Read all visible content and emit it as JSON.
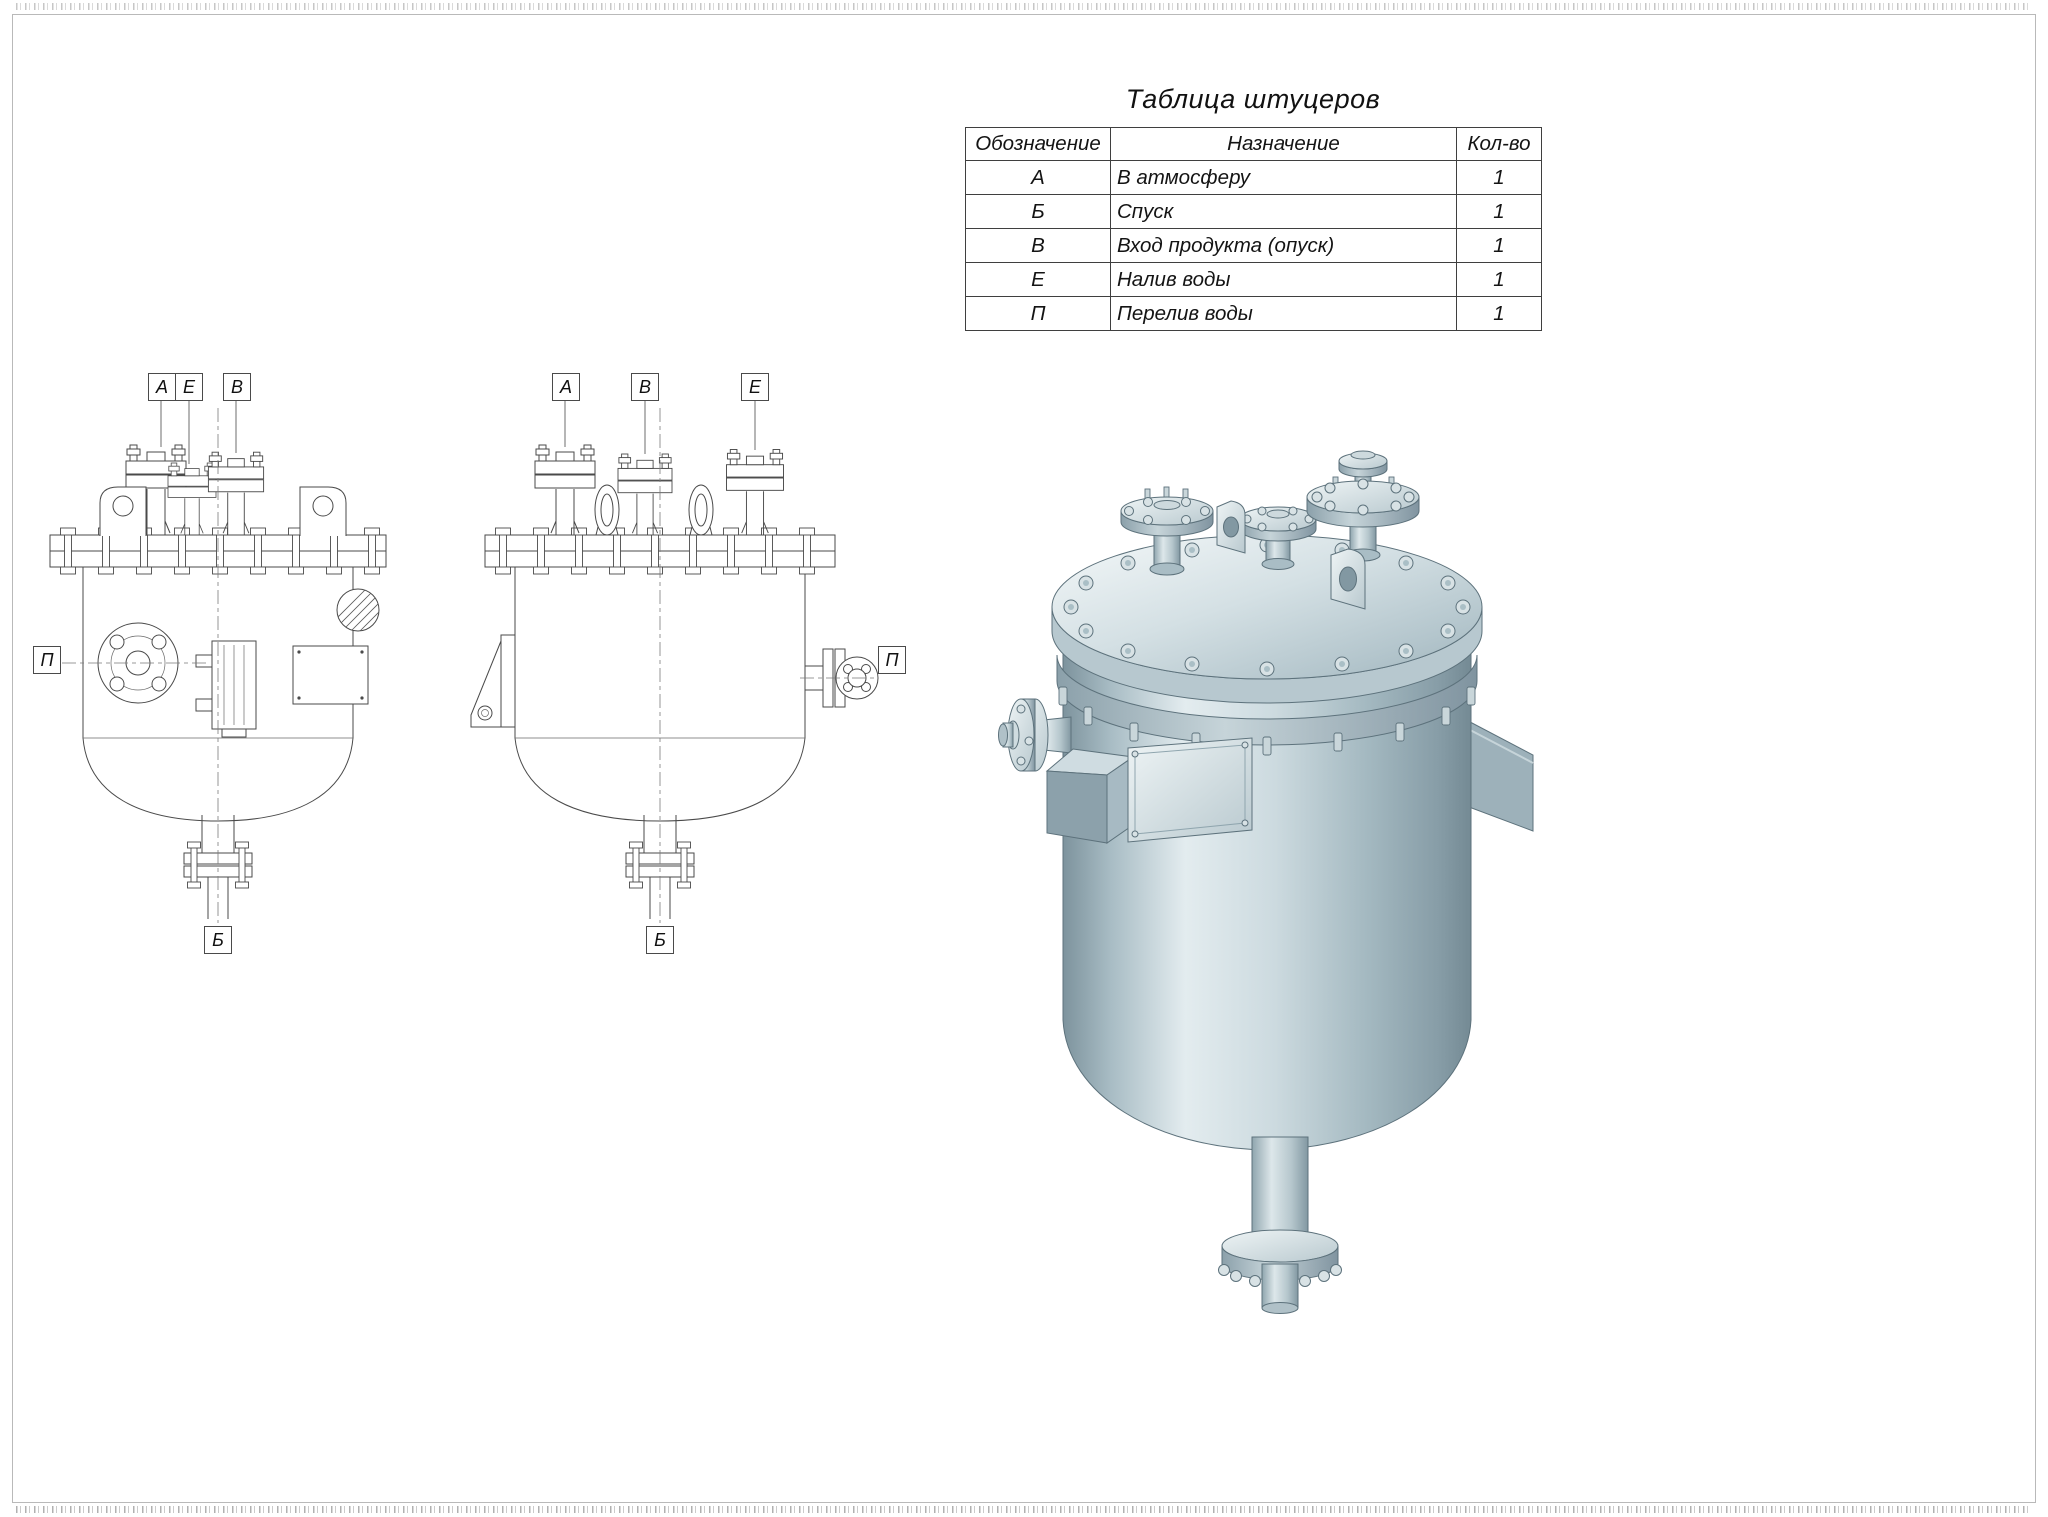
{
  "table": {
    "title": "Таблица штуцеров",
    "col_designation": "Обозначение",
    "col_purpose": "Назначение",
    "col_qty": "Кол-во",
    "rows": [
      {
        "d": "А",
        "p": "В атмосферу",
        "q": "1"
      },
      {
        "d": "Б",
        "p": "Спуск",
        "q": "1"
      },
      {
        "d": "В",
        "p": "Вход продукта (опуск)",
        "q": "1"
      },
      {
        "d": "Е",
        "p": "Налив воды",
        "q": "1"
      },
      {
        "d": "П",
        "p": "Перелив воды",
        "q": "1"
      }
    ]
  },
  "front_view": {
    "top_labels": [
      "А",
      "Е",
      "В"
    ],
    "left_label": "П",
    "bottom_label": "Б"
  },
  "side_view": {
    "top_labels": [
      "А",
      "В",
      "Е"
    ],
    "right_label": "П",
    "bottom_label": "Б"
  },
  "colors": {
    "line": "#4a4a4a",
    "metal_light": "#e3ecef",
    "metal_dark": "#7d939d"
  }
}
